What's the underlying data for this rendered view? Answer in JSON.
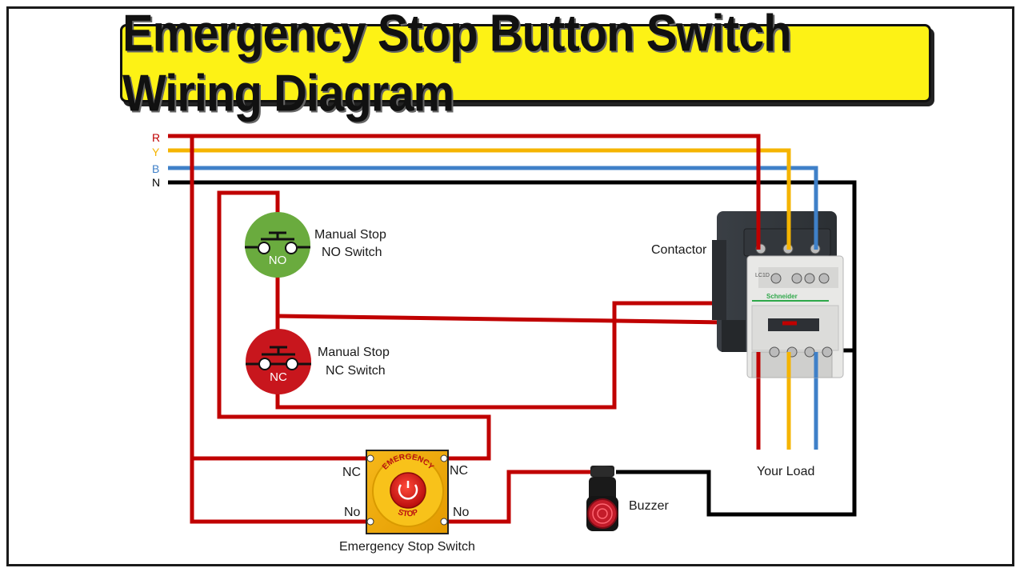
{
  "title": "Emergency Stop Button Switch Wiring Diagram",
  "phases": {
    "r": "R",
    "y": "Y",
    "b": "B",
    "n": "N"
  },
  "colors": {
    "r": "#c00000",
    "y": "#f5b400",
    "b": "#3f80c8",
    "n": "#000000",
    "banner": "#fdf215",
    "no_switch": "#6aab3e",
    "nc_switch": "#c8161d"
  },
  "components": {
    "no_switch": {
      "badge": "NO",
      "label_line1": "Manual Stop",
      "label_line2": "NO Switch"
    },
    "nc_switch": {
      "badge": "NC",
      "label_line1": "Manual Stop",
      "label_line2": "NC Switch"
    },
    "contactor": {
      "label": "Contactor",
      "brand": "Schneider",
      "model": "LC1D"
    },
    "emergency": {
      "label": "Emergency Stop Switch",
      "text_top": "EMERGENCY",
      "text_bottom": "STOP",
      "left_nc": "NC",
      "left_no": "No",
      "right_nc": "NC",
      "right_no": "No"
    },
    "buzzer": {
      "label": "Buzzer"
    },
    "load": {
      "label": "Your Load"
    }
  }
}
